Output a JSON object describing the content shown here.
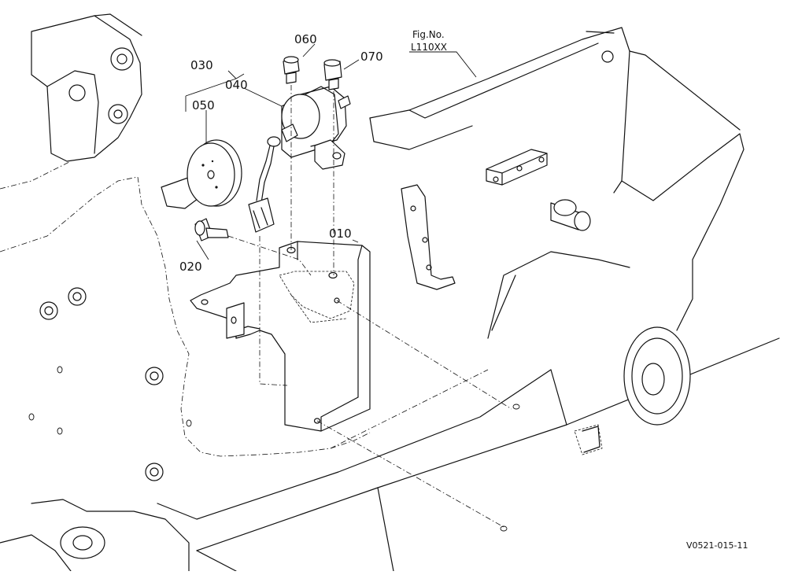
{
  "figure": {
    "fig_no_label": "Fig.No.",
    "fig_no_value": "L110XX",
    "drawing_code": "V0521-015-11"
  },
  "callouts": [
    {
      "id": "010",
      "text": "010"
    },
    {
      "id": "020",
      "text": "020"
    },
    {
      "id": "030",
      "text": "030"
    },
    {
      "id": "040",
      "text": "040"
    },
    {
      "id": "050",
      "text": "050"
    },
    {
      "id": "060",
      "text": "060"
    },
    {
      "id": "070",
      "text": "070"
    }
  ]
}
